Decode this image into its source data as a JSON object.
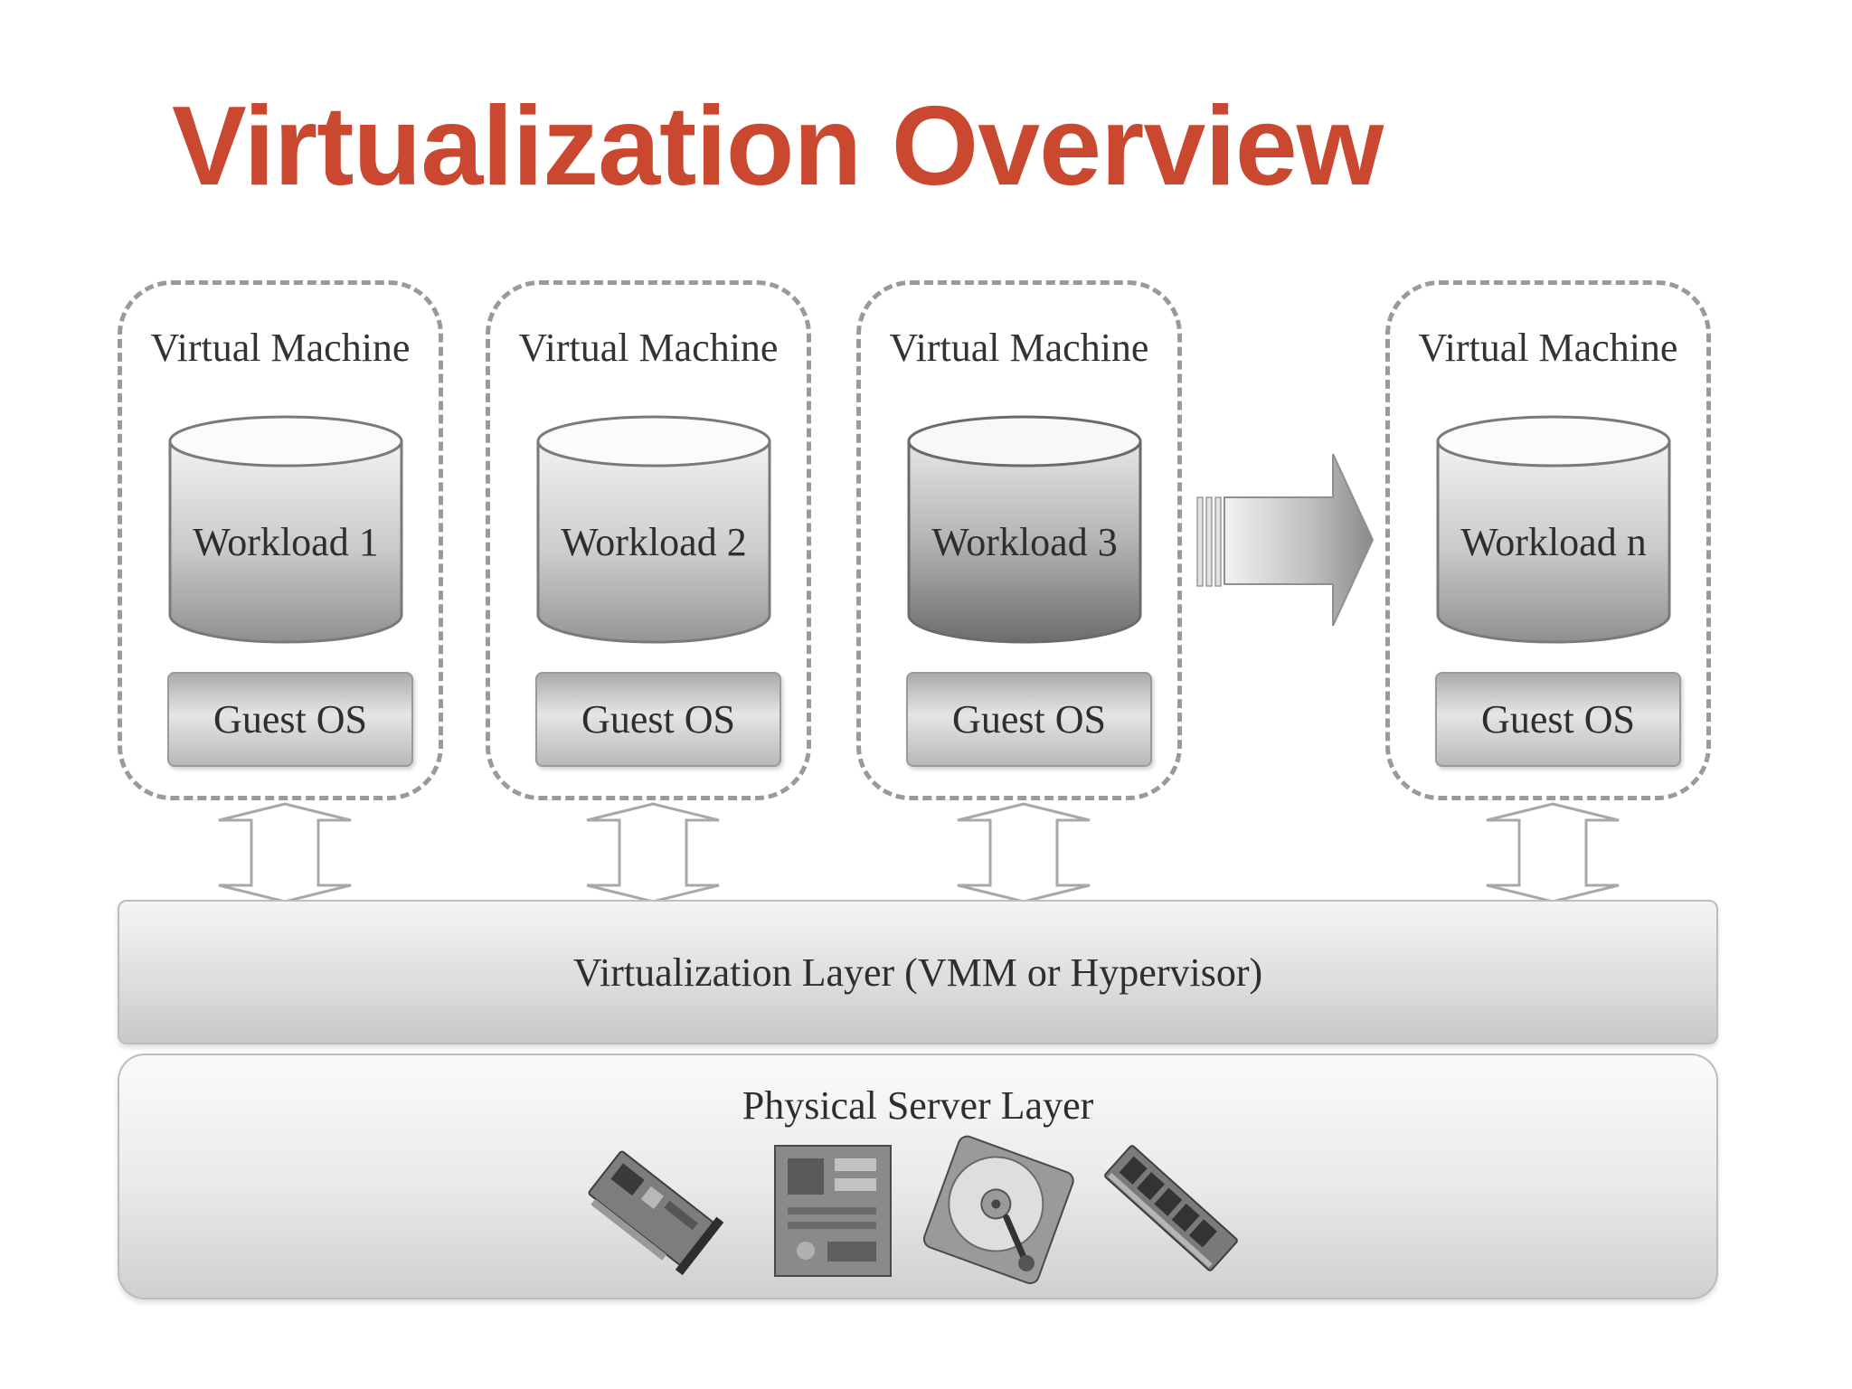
{
  "title": "Virtualization Overview",
  "title_color": "#c9482f",
  "virtual_machines": [
    {
      "label": "Virtual Machine",
      "workload": "Workload 1",
      "os": "Guest OS"
    },
    {
      "label": "Virtual Machine",
      "workload": "Workload 2",
      "os": "Guest OS"
    },
    {
      "label": "Virtual Machine",
      "workload": "Workload 3",
      "os": "Guest OS"
    },
    {
      "label": "Virtual Machine",
      "workload": "Workload n",
      "os": "Guest OS"
    }
  ],
  "virtualization_layer": "Virtualization Layer (VMM or Hypervisor)",
  "physical_layer": {
    "label": "Physical Server Layer",
    "hardware_icons": [
      "network-card-icon",
      "motherboard-icon",
      "hard-disk-icon",
      "memory-module-icon"
    ]
  }
}
